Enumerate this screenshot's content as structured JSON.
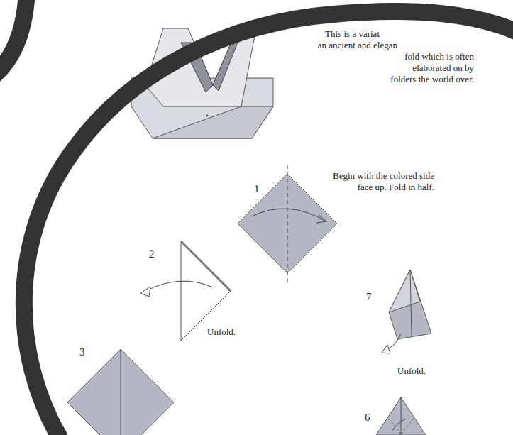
{
  "diagram": {
    "labels": [
      "This is a variat",
      "an ancient and elegan",
      "fold which is often",
      "elaborated on by",
      "folders the world over.",
      "1",
      "Begin with the colored side face up. Fold in half.",
      "2",
      "Unfold.",
      "3",
      "7",
      "Unfold.",
      "6"
    ]
  }
}
